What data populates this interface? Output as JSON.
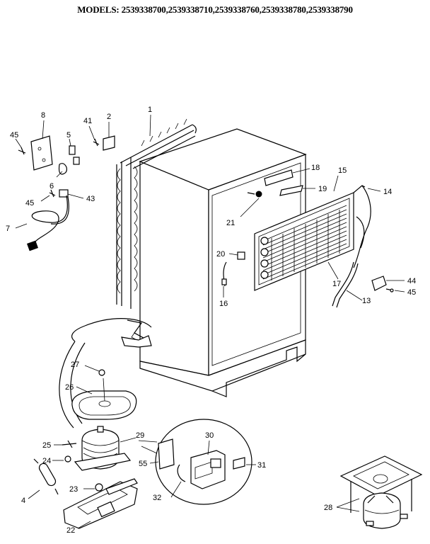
{
  "header": {
    "models_label": "MODELS:",
    "models_list": "2539338700,2539338710,2539338760,2539338780,2539338790"
  },
  "callouts": {
    "c1": "1",
    "c2": "2",
    "c4": "4",
    "c5": "5",
    "c6": "6",
    "c7": "7",
    "c8": "8",
    "c13": "13",
    "c14": "14",
    "c15": "15",
    "c16": "16",
    "c17": "17",
    "c18": "18",
    "c19": "19",
    "c20": "20",
    "c21": "21",
    "c22": "22",
    "c23": "23",
    "c24": "24",
    "c25": "25",
    "c26": "26",
    "c27": "27",
    "c28": "28",
    "c29": "29",
    "c30": "30",
    "c31": "31",
    "c32": "32",
    "c41": "41",
    "c43": "43",
    "c44": "44",
    "c45a": "45",
    "c45b": "45",
    "c45c": "45",
    "c55": "55"
  }
}
